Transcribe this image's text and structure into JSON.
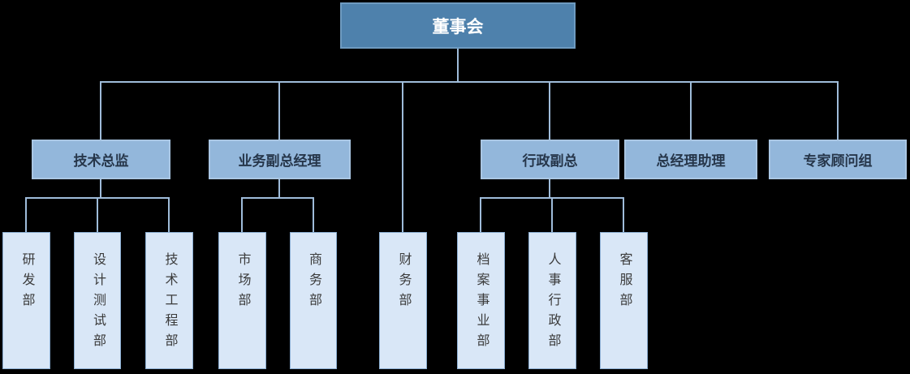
{
  "colors": {
    "background": "#000000",
    "connector": "#9FBCDA",
    "root_fill": "#4E81AC",
    "root_border": "#6E9BC1",
    "root_text": "#FFFFFF",
    "mid_fill": "#93B7DB",
    "mid_border": "#A9C6E3",
    "mid_text": "#26364A",
    "leaf_fill": "#D9E7F7",
    "leaf_border": "#8BAED2",
    "leaf_text": "#3B3B3B"
  },
  "org": {
    "root": {
      "label": "董事会",
      "reports": [
        "技术总监",
        "业务副总经理",
        "财务部",
        "行政副总",
        "总经理助理",
        "专家顾问组"
      ]
    },
    "managers": [
      {
        "label": "技术总监",
        "children": [
          "研发部",
          "设计测试部",
          "技术工程部"
        ]
      },
      {
        "label": "业务副总经理",
        "children": [
          "市场部",
          "商务部"
        ]
      },
      {
        "label": "行政副总",
        "children": [
          "档案事业部",
          "人事行政部",
          "客服部"
        ]
      },
      {
        "label": "总经理助理",
        "children": []
      },
      {
        "label": "专家顾问组",
        "children": []
      }
    ],
    "departments": [
      {
        "label": "研发部",
        "parent": "技术总监"
      },
      {
        "label": "设计测试部",
        "parent": "技术总监"
      },
      {
        "label": "技术工程部",
        "parent": "技术总监"
      },
      {
        "label": "市场部",
        "parent": "业务副总经理"
      },
      {
        "label": "商务部",
        "parent": "业务副总经理"
      },
      {
        "label": "财务部",
        "parent": "董事会"
      },
      {
        "label": "档案事业部",
        "parent": "行政副总"
      },
      {
        "label": "人事行政部",
        "parent": "行政副总"
      },
      {
        "label": "客服部",
        "parent": "行政副总"
      }
    ]
  }
}
